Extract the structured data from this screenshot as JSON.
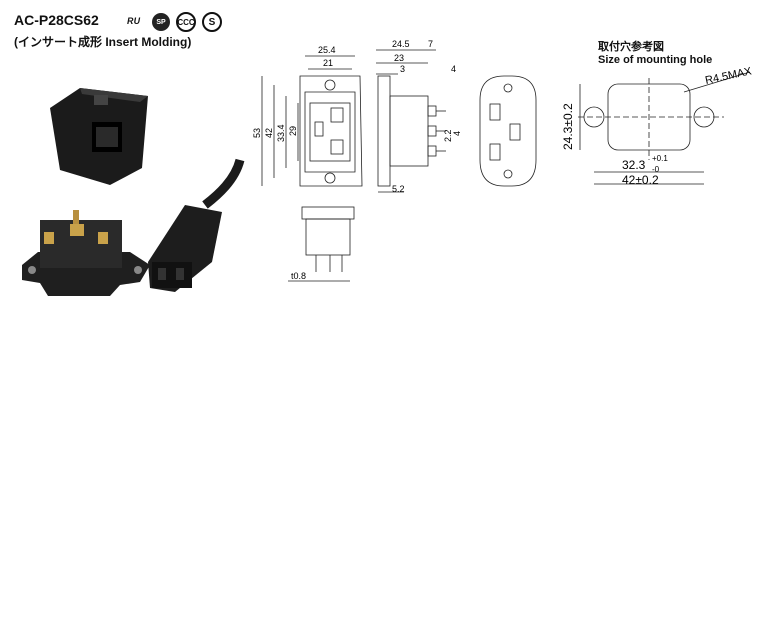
{
  "product": {
    "model": "AC-P28CS62",
    "subtitle": "(インサート成形 Insert Molding)"
  },
  "certifications": [
    {
      "icon": "ul-recognized-icon",
      "label": "ᴿᵁ"
    },
    {
      "icon": "csa-icon",
      "label": "SP"
    },
    {
      "icon": "ccc-icon",
      "label": "CCC"
    },
    {
      "icon": "s-mark-icon",
      "label": "S"
    }
  ],
  "drawings": {
    "front": {
      "dims": [
        "25.4",
        "21",
        "53",
        "42",
        "33.4",
        "29"
      ]
    },
    "side": {
      "dims": [
        "24.5",
        "7",
        "23",
        "3",
        "4",
        "2.2",
        "4",
        "5.2"
      ]
    },
    "bottom": {
      "dims": [
        "t0.8"
      ]
    }
  },
  "mounting_hole": {
    "title": "取付穴参考図",
    "subtitle": "Size of mounting hole",
    "radius_label": "R4.5MAX",
    "height_label": "24.3±0.2",
    "width_inner_label": "32.3",
    "width_inner_tol_upper": "+0.1",
    "width_inner_tol_lower": "-0",
    "width_outer_label": "42±0.2"
  }
}
